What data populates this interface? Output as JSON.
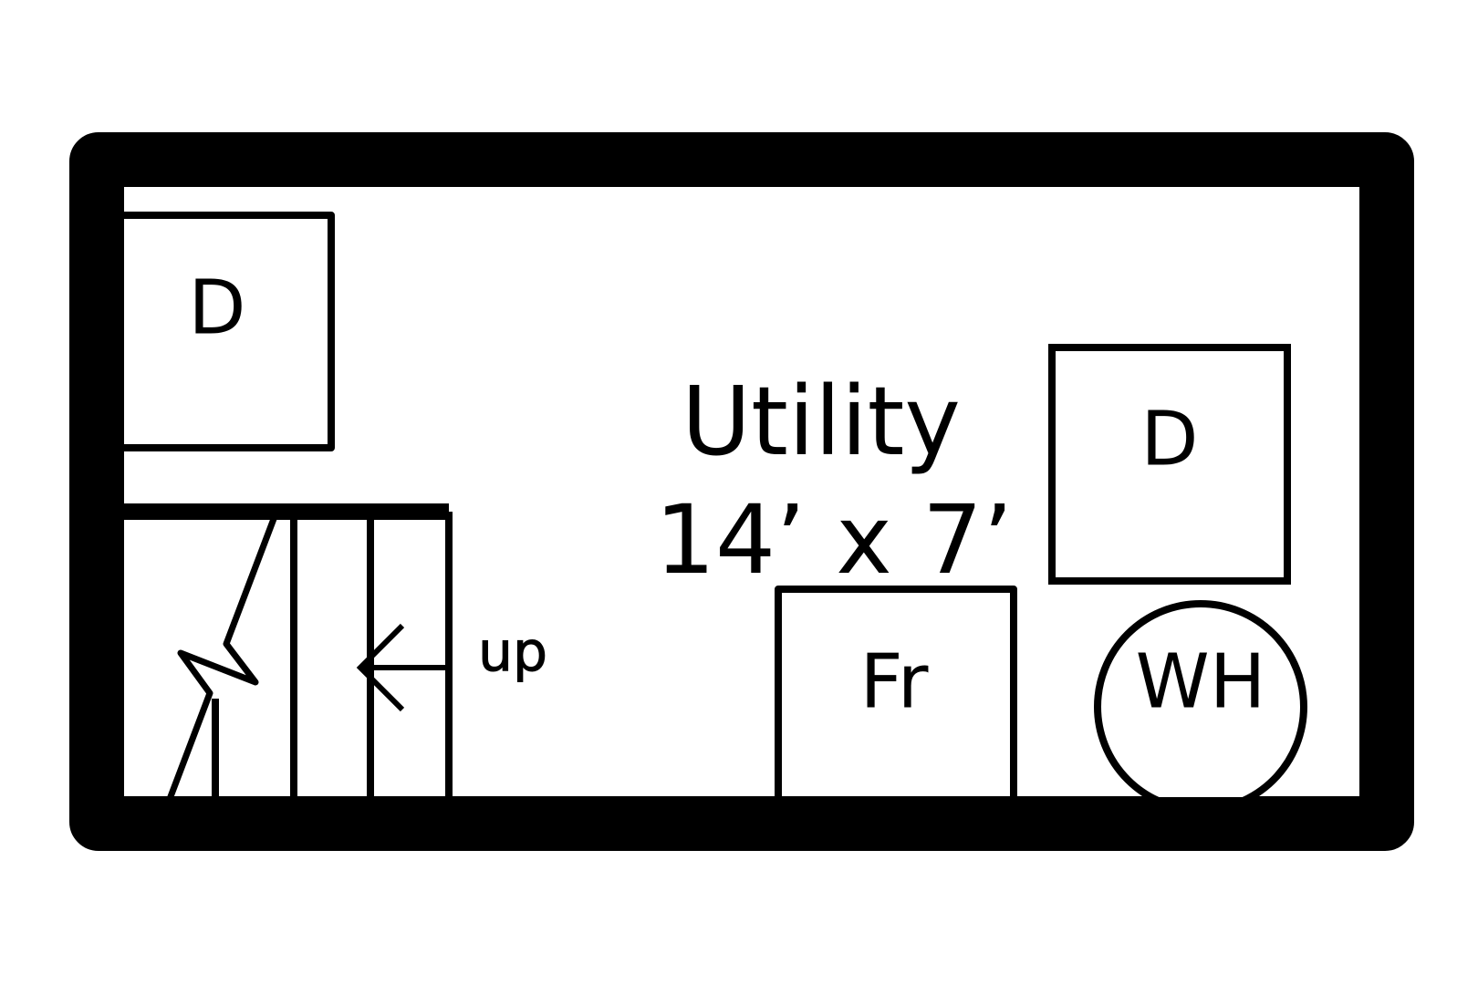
{
  "room": {
    "name": "Utility",
    "dimensions": "14’ x 7’"
  },
  "fixtures": {
    "dryer_left_label": "D",
    "dryer_right_label": "D",
    "fridge_label": "Fr",
    "water_heater_label": "WH"
  },
  "stairs": {
    "direction_label": "up"
  },
  "colors": {
    "line": "#000000",
    "background": "#ffffff"
  }
}
